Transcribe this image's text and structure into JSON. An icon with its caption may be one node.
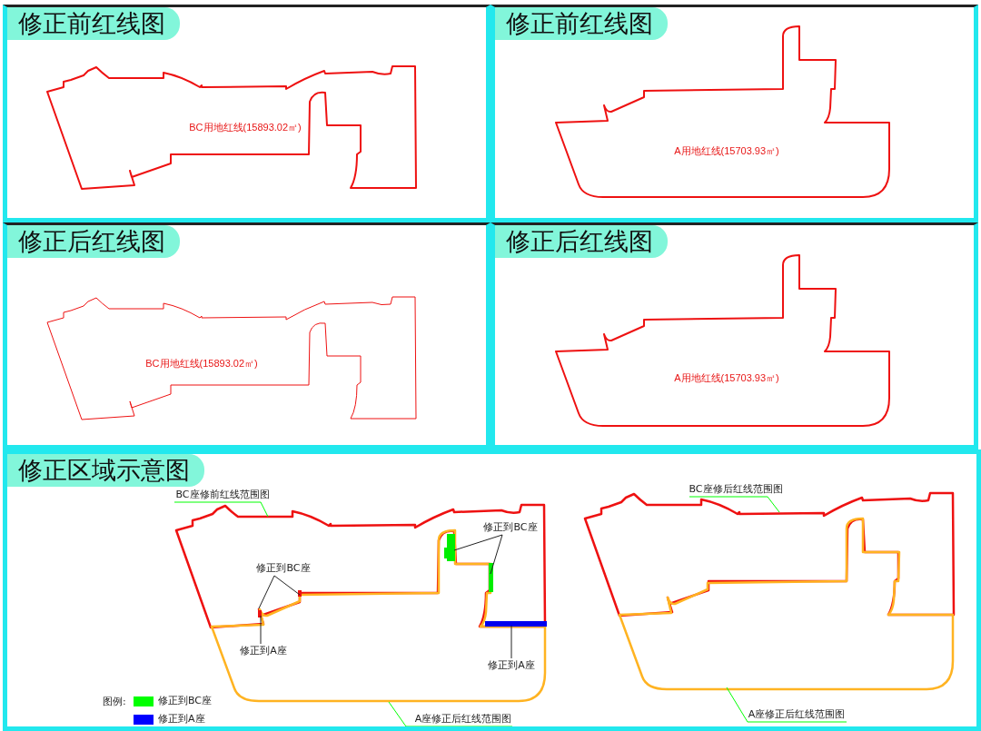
{
  "diagram": {
    "nodes": [
      {
        "text": [
          "修正前红线图"
        ]
      },
      {
        "text": [
          "BC用地红线(15893.02㎡)"
        ],
        "in": 0
      },
      {
        "text": [
          "修正前红线图"
        ]
      },
      {
        "text": [
          "A用地红线(15703.93㎡)"
        ],
        "in": 2
      },
      {
        "text": [
          "修正后红线图"
        ]
      },
      {
        "text": [
          "BC用地红线(15893.02㎡)"
        ],
        "in": 4
      },
      {
        "text": [
          "修正后红线图"
        ]
      },
      {
        "text": [
          "A用地红线(15703.93㎡)"
        ],
        "in": 6
      },
      {
        "text": [
          "修正区域示意图"
        ]
      },
      {
        "text": [
          "BC座修前红线范围图"
        ],
        "in": 8
      },
      {
        "text": [
          "修正到BC座"
        ],
        "in": 8
      },
      {
        "text": [
          "修正到A座"
        ],
        "in": 8
      },
      {
        "text": [
          "修正到BC座"
        ],
        "in": 8
      },
      {
        "text": [
          "修正到A座"
        ],
        "in": 8
      },
      {
        "text": [
          "A座修正后红线范围图"
        ],
        "in": 8
      },
      {
        "text": [
          "BC座修后红线范围图"
        ],
        "in": 8
      },
      {
        "text": [
          "A座修正后红线范围图"
        ],
        "in": 8
      }
    ],
    "edges": [
      {
        "from": 9,
        "to": null,
        "arrow": "none",
        "color": "#00ff00"
      },
      {
        "from": 10,
        "to": null,
        "arrow": "none"
      },
      {
        "from": 10,
        "to": null,
        "arrow": "none"
      },
      {
        "from": 11,
        "to": null,
        "arrow": "none"
      },
      {
        "from": 12,
        "to": null,
        "arrow": "none"
      },
      {
        "from": 12,
        "to": null,
        "arrow": "none"
      },
      {
        "from": 13,
        "to": null,
        "arrow": "none"
      },
      {
        "from": 14,
        "to": null,
        "arrow": "none",
        "color": "#00ff00"
      },
      {
        "from": 15,
        "to": null,
        "arrow": "none",
        "color": "#00ff00"
      },
      {
        "from": 16,
        "to": null,
        "arrow": "none",
        "color": "#00ff00"
      }
    ],
    "labels": [
      "图例:"
    ],
    "legend": [
      {
        "text": "修正到BC座",
        "color": "#00ff00"
      },
      {
        "text": "修正到A座",
        "color": "#0000ff"
      }
    ]
  }
}
